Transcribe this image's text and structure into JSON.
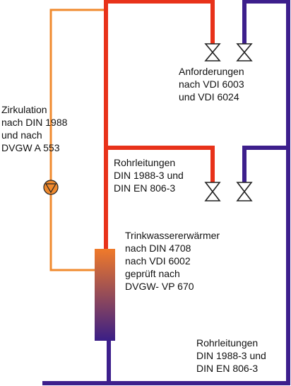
{
  "colors": {
    "hot_water": "#e8321a",
    "cold_water": "#3d1f8c",
    "circulation": "#f08a2e",
    "pump_fill": "#f08a2e",
    "valve_stroke": "#222222",
    "heater_top": "#f07a2a",
    "heater_bottom": "#3a1e86"
  },
  "labels": {
    "requirements": [
      "Anforderungen",
      "nach VDI 6003",
      "und VDI 6024"
    ],
    "circulation": [
      "Zirkulation",
      "nach DIN  1988",
      "und nach",
      "DVGW A  553"
    ],
    "pipes_upper": [
      "Rohrleitungen",
      "DIN 1988-3 und",
      "DIN EN 806-3"
    ],
    "heater": [
      "Trinkwassererwärmer",
      "nach DIN 4708",
      "nach VDI 6002",
      "geprüft nach",
      "DVGW- VP 670"
    ],
    "pipes_lower": [
      "Rohrleitungen",
      "DIN 1988-3 und",
      "DIN EN 806-3"
    ]
  },
  "icons": {
    "valve": "gate-valve-icon",
    "pump": "circulation-pump-icon",
    "heater": "water-heater-tank"
  }
}
